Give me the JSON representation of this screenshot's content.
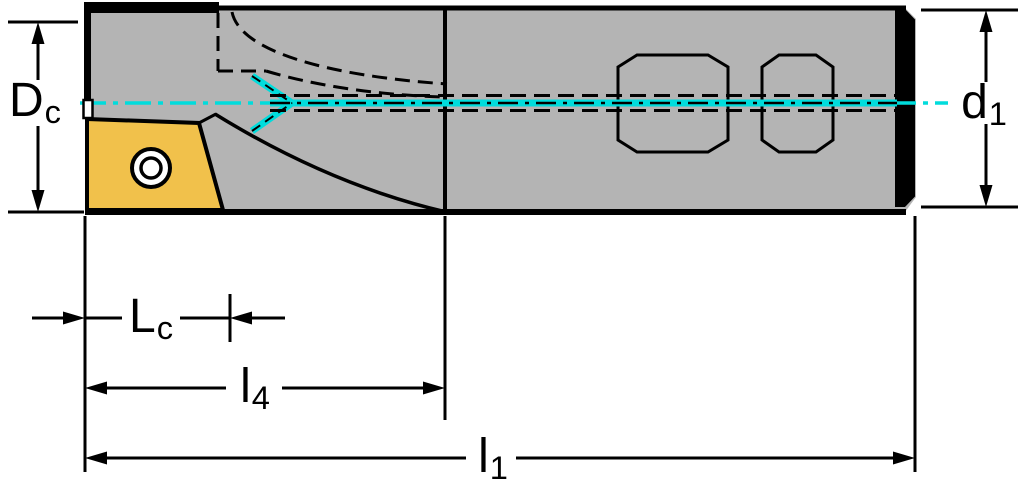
{
  "colors": {
    "body_gray": "#b4b4b4",
    "insert_yellow": "#f1c14b",
    "coolant_cyan": "#00dcdc",
    "line_black": "#000000",
    "white": "#ffffff"
  },
  "dimensions": {
    "dc": {
      "main": "D",
      "sub": "c"
    },
    "d1": {
      "main": "d",
      "sub": "1"
    },
    "lc": {
      "main": "L",
      "sub": "c"
    },
    "l4": {
      "main": "l",
      "sub": "4"
    },
    "l1": {
      "main": "l",
      "sub": "1"
    }
  }
}
